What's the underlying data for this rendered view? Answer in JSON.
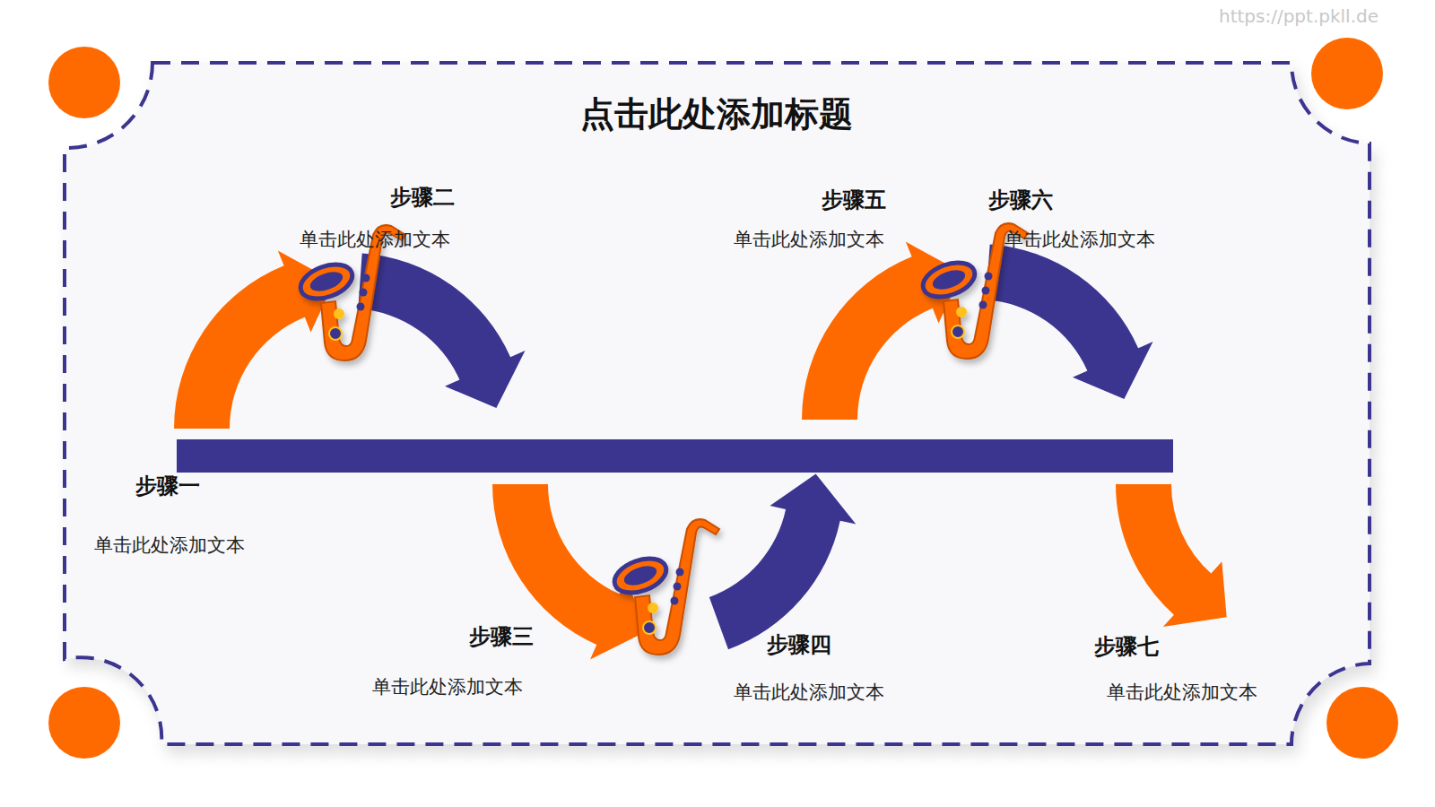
{
  "diagram": {
    "title": "点击此处添加标题",
    "labels": [
      "https://ppt.pkll.de",
      "步骤二",
      "单击此处添加文本",
      "步骤五",
      "单击此处添加文本",
      "步骤六",
      "单击此处添加文本",
      "步骤一",
      "单击此处添加文本",
      "步骤三",
      "单击此处添加文本",
      "步骤四",
      "单击此处添加文本",
      "步骤七",
      "单击此处添加文本"
    ]
  }
}
